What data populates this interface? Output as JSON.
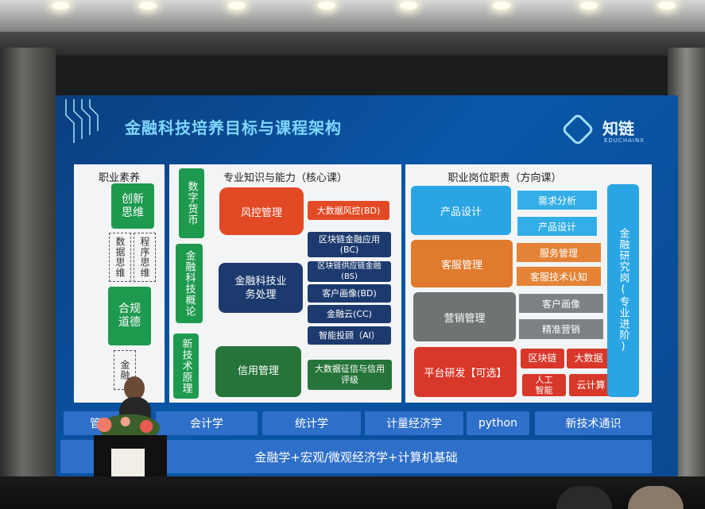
{
  "slide": {
    "title": "金融科技培养目标与课程架构",
    "brand": {
      "name": "知链",
      "sub": "EDUCHAINX"
    },
    "col1": {
      "header": "职业素养",
      "box1": "创新思维",
      "dash1": "数据思维",
      "dash2": "程序思维",
      "box2": "合规道德",
      "dash3": "金融"
    },
    "col2": {
      "header": "专业知识与能力（核心课）",
      "side": [
        "数字货币",
        "金融科技概论",
        "新技术原理"
      ],
      "risk": "风控管理",
      "risk_item": "大数据风控(BD)",
      "biz": "金融科技业务处理",
      "biz_items": [
        "区块链金融应用(BC)",
        "区块链供应链金融(BS)",
        "客户画像(BD)",
        "金融云(CC)",
        "智能投顾（AI）"
      ],
      "credit": "信用管理",
      "credit_item": "大数据征信与信用评级"
    },
    "col3": {
      "header": "职业岗位职责（方向课）",
      "product": "产品设计",
      "product_items": [
        "需求分析",
        "产品设计"
      ],
      "cs": "客服管理",
      "cs_items": [
        "服务管理",
        "客服技术认知"
      ],
      "mkt": "营销管理",
      "mkt_items": [
        "客户画像",
        "精准营销"
      ],
      "plat": "平台研发【可选】",
      "plat_items": [
        "区块链",
        "大数据",
        "人工智能",
        "云计算"
      ],
      "research": "金融研究岗(专业进阶)"
    },
    "bottom_row": [
      "管",
      "会计学",
      "统计学",
      "计量经济学",
      "python",
      "新技术通识"
    ],
    "base": "金融学+宏观/微观经济学+计算机基础"
  }
}
